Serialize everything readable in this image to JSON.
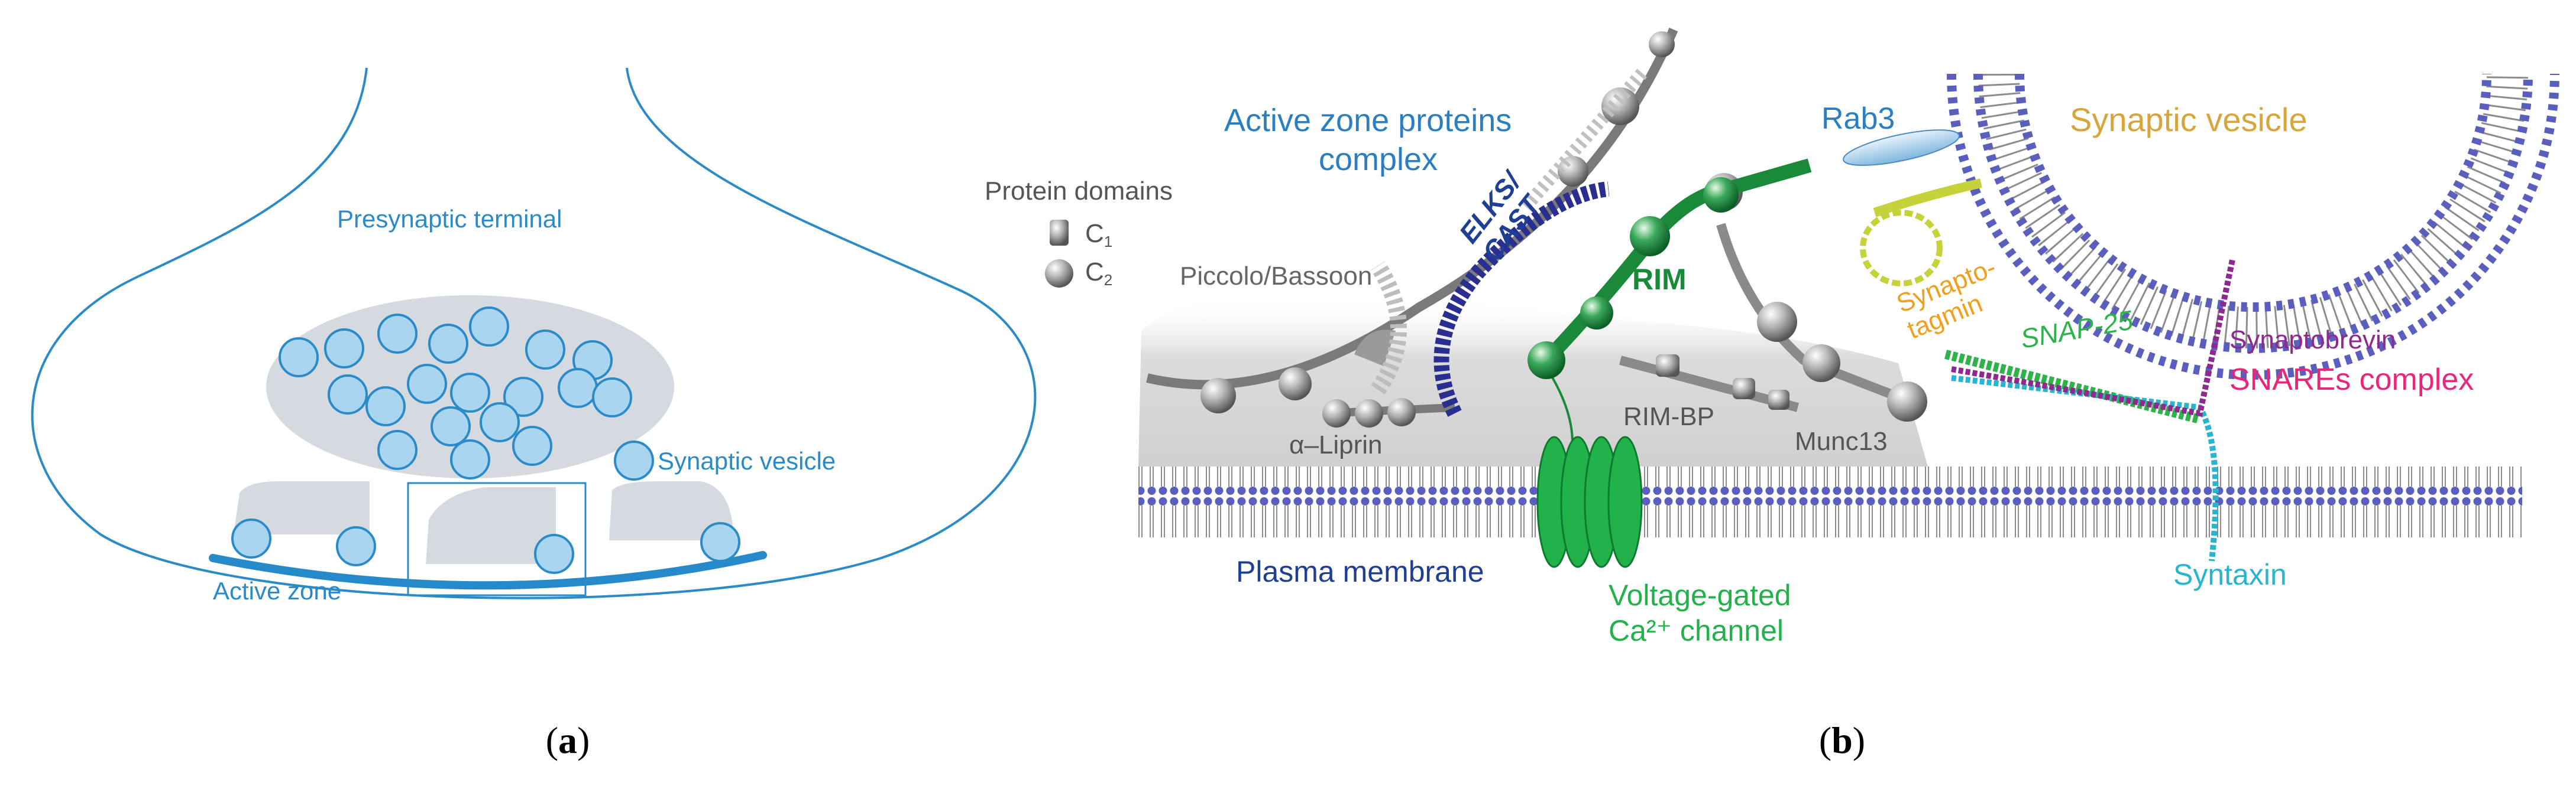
{
  "panel_a": {
    "caption_open": "(",
    "caption_letter": "a",
    "caption_close": ")",
    "presynaptic_terminal_label": "Presynaptic terminal",
    "synaptic_vesicle_label": "Synaptic vesicle",
    "active_zone_label": "Active zone"
  },
  "panel_b": {
    "caption_open": "(",
    "caption_letter": "b",
    "caption_close": ")",
    "active_zone_complex_line1": "Active zone proteins",
    "active_zone_complex_line2": "complex",
    "protein_domains_title": "Protein domains",
    "domain_c": "C",
    "domain_c1_sub": "1",
    "domain_c2_sub": "2",
    "piccolo_label": "Piccolo/Bassoon",
    "elks_line1": "ELKS/",
    "elks_line2": "CAST",
    "rim_label": "RIM",
    "rab3_label": "Rab3",
    "synaptic_vesicle_label": "Synaptic vesicle",
    "synaptotagmin_line1": "Synapto-",
    "synaptotagmin_line2": "tagmin",
    "snap25_label": "SNAP-25",
    "synaptobrevin_label": "Synaptobrevin",
    "snares_label": "SNAREs complex",
    "liprin_label": "α–Liprin",
    "rimbp_label": "RIM-BP",
    "munc13_label": "Munc13",
    "plasma_membrane_label": "Plasma membrane",
    "vgcc_line1": "Voltage-gated",
    "vgcc_line2": "Ca²⁺ channel",
    "syntaxin_label": "Syntaxin"
  },
  "colors": {
    "outline_blue": "#2b8bc8",
    "vesicle_fill": "#a9d5f0",
    "grey_region": "#d5d9e0",
    "active_zone_bar": "#2689c9",
    "dark_blue_text": "#1f3f95",
    "rim_green": "#1a8a3a",
    "channel_green": "#22b24a",
    "synaptic_vesicle_gold": "#d8a53a",
    "synaptotagmin_orange": "#f0a01c",
    "snap25_green": "#2db34a",
    "synaptobrevin_purple": "#8e2a8e",
    "snares_pink": "#e8277a",
    "syntaxin_cyan": "#2ab4d0",
    "head_blue": "#5a5ebd"
  }
}
